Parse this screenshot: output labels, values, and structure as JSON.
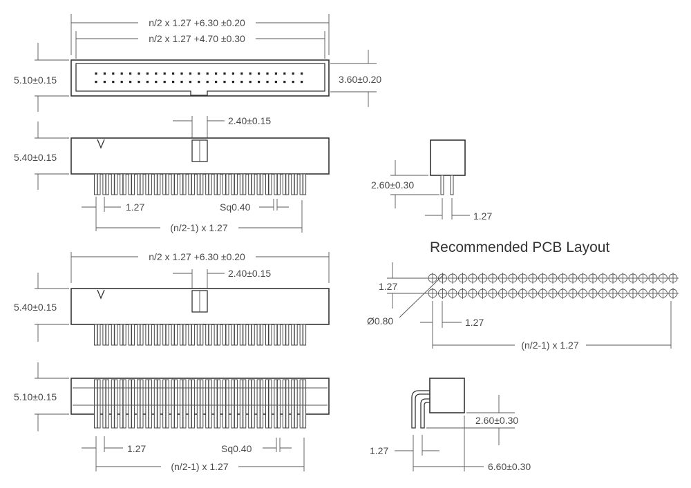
{
  "views": {
    "top": {
      "overall_width": "n/2 x 1.27 +6.30 ±0.20",
      "inner_width": "n/2 x 1.27 +4.70 ±0.30",
      "height": "5.10±0.15",
      "depth": "3.60±0.20"
    },
    "front1": {
      "height": "5.40±0.15",
      "key_width": "2.40±0.15",
      "pitch": "1.27",
      "pin_square": "Sq0.40",
      "span": "(n/2-1) x 1.27"
    },
    "side1": {
      "pin_height": "2.60±0.30",
      "pitch": "1.27"
    },
    "front2": {
      "overall_width": "n/2 x 1.27 +6.30 ±0.20",
      "key_width": "2.40±0.15",
      "height": "5.40±0.15"
    },
    "bottom": {
      "height": "5.10±0.15",
      "pitch": "1.27",
      "pin_square": "Sq0.40",
      "span": "(n/2-1) x 1.27"
    },
    "pcb": {
      "title": "Recommended PCB Layout",
      "row_pitch": "1.27",
      "hole_diameter": "Ø0.80",
      "pitch": "1.27",
      "span": "(n/2-1) x 1.27"
    },
    "side2": {
      "pin_height": "2.60±0.30",
      "pitch": "1.27",
      "length": "6.60±0.30"
    }
  }
}
